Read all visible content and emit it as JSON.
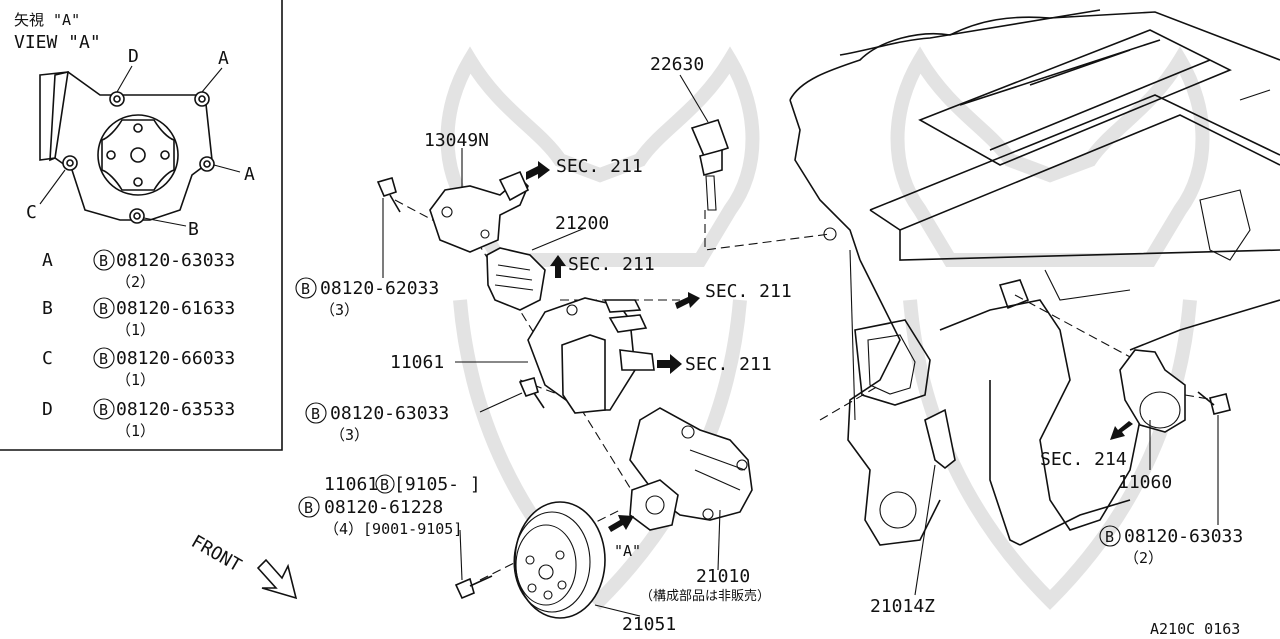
{
  "inset": {
    "title_jp": "矢視 \"A\"",
    "title_en": "VIEW \"A\"",
    "point_labels": {
      "A": "A",
      "B": "B",
      "C": "C",
      "D": "D"
    },
    "legend": [
      {
        "key": "A",
        "part": "08120-63033",
        "qty": "（2）"
      },
      {
        "key": "B",
        "part": "08120-61633",
        "qty": "（1）"
      },
      {
        "key": "C",
        "part": "08120-66033",
        "qty": "（1）"
      },
      {
        "key": "D",
        "part": "08120-63533",
        "qty": "（1）"
      }
    ],
    "bolt_prefix": "B"
  },
  "callouts": {
    "p22630": "22630",
    "p13049n": "13049N",
    "p21200": "21200",
    "p11061": "11061",
    "p11060": "11060",
    "p21010": "21010",
    "p21010_note": "（構成部品は非販売）",
    "p21051": "21051",
    "p21014z": "21014Z",
    "bolt1_part": "08120-62033",
    "bolt1_qty": "（3）",
    "bolt2_part": "08120-63033",
    "bolt2_qty": "（3）",
    "bolt3_part": "08120-61228",
    "bolt3_line0": "11061",
    "bolt3_range0": "[9105-   ]",
    "bolt3_qty": "（4）[9001-9105]",
    "bolt4_part": "08120-63033",
    "bolt4_qty": "（2）",
    "sec_211": "SEC. 211",
    "sec_214": "SEC. 214",
    "view_a": "\"A\"",
    "front": "FRONT",
    "footer_code": "A210C 0163"
  }
}
